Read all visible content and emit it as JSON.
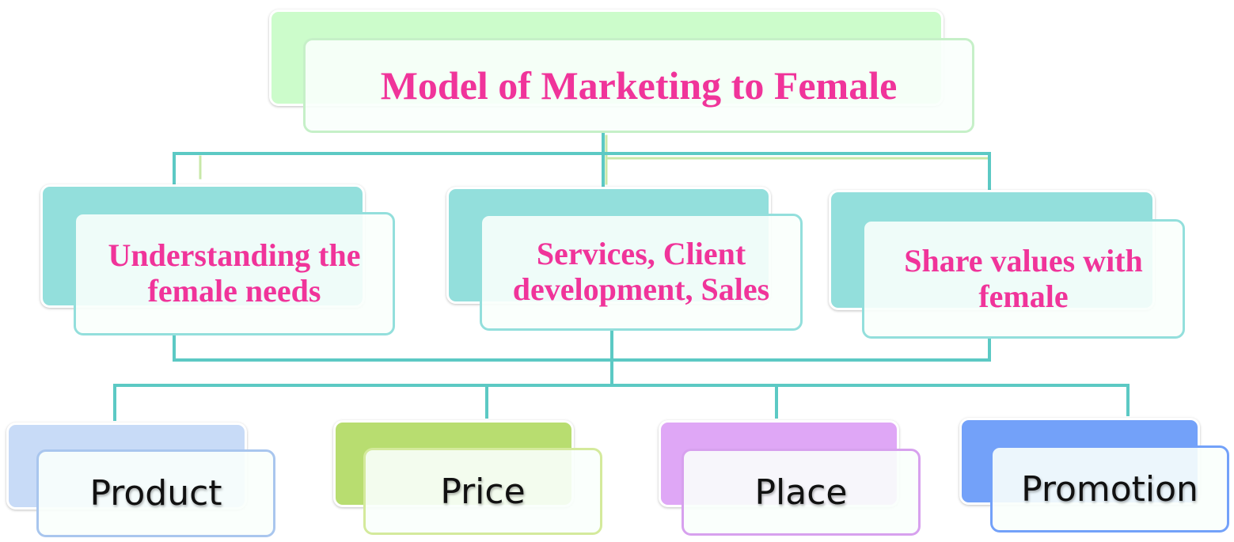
{
  "diagram": {
    "title": "Model of Marketing to Female",
    "middle": [
      {
        "label": "Understanding the female needs"
      },
      {
        "label": "Services, Client development, Sales"
      },
      {
        "label": "Share values with female"
      }
    ],
    "leaves": [
      {
        "label": "Product"
      },
      {
        "label": "Price"
      },
      {
        "label": "Place"
      },
      {
        "label": "Promotion"
      }
    ]
  },
  "colors": {
    "title_text": "#f0349a",
    "connector": "#5cc9c4",
    "title_back": "#ccfccb",
    "middle_back": "#93dfdc",
    "product_back": "#c8dbf7",
    "price_back": "#b8dd70",
    "place_back": "#dfa7f6",
    "promotion_back": "#73a1f9"
  }
}
